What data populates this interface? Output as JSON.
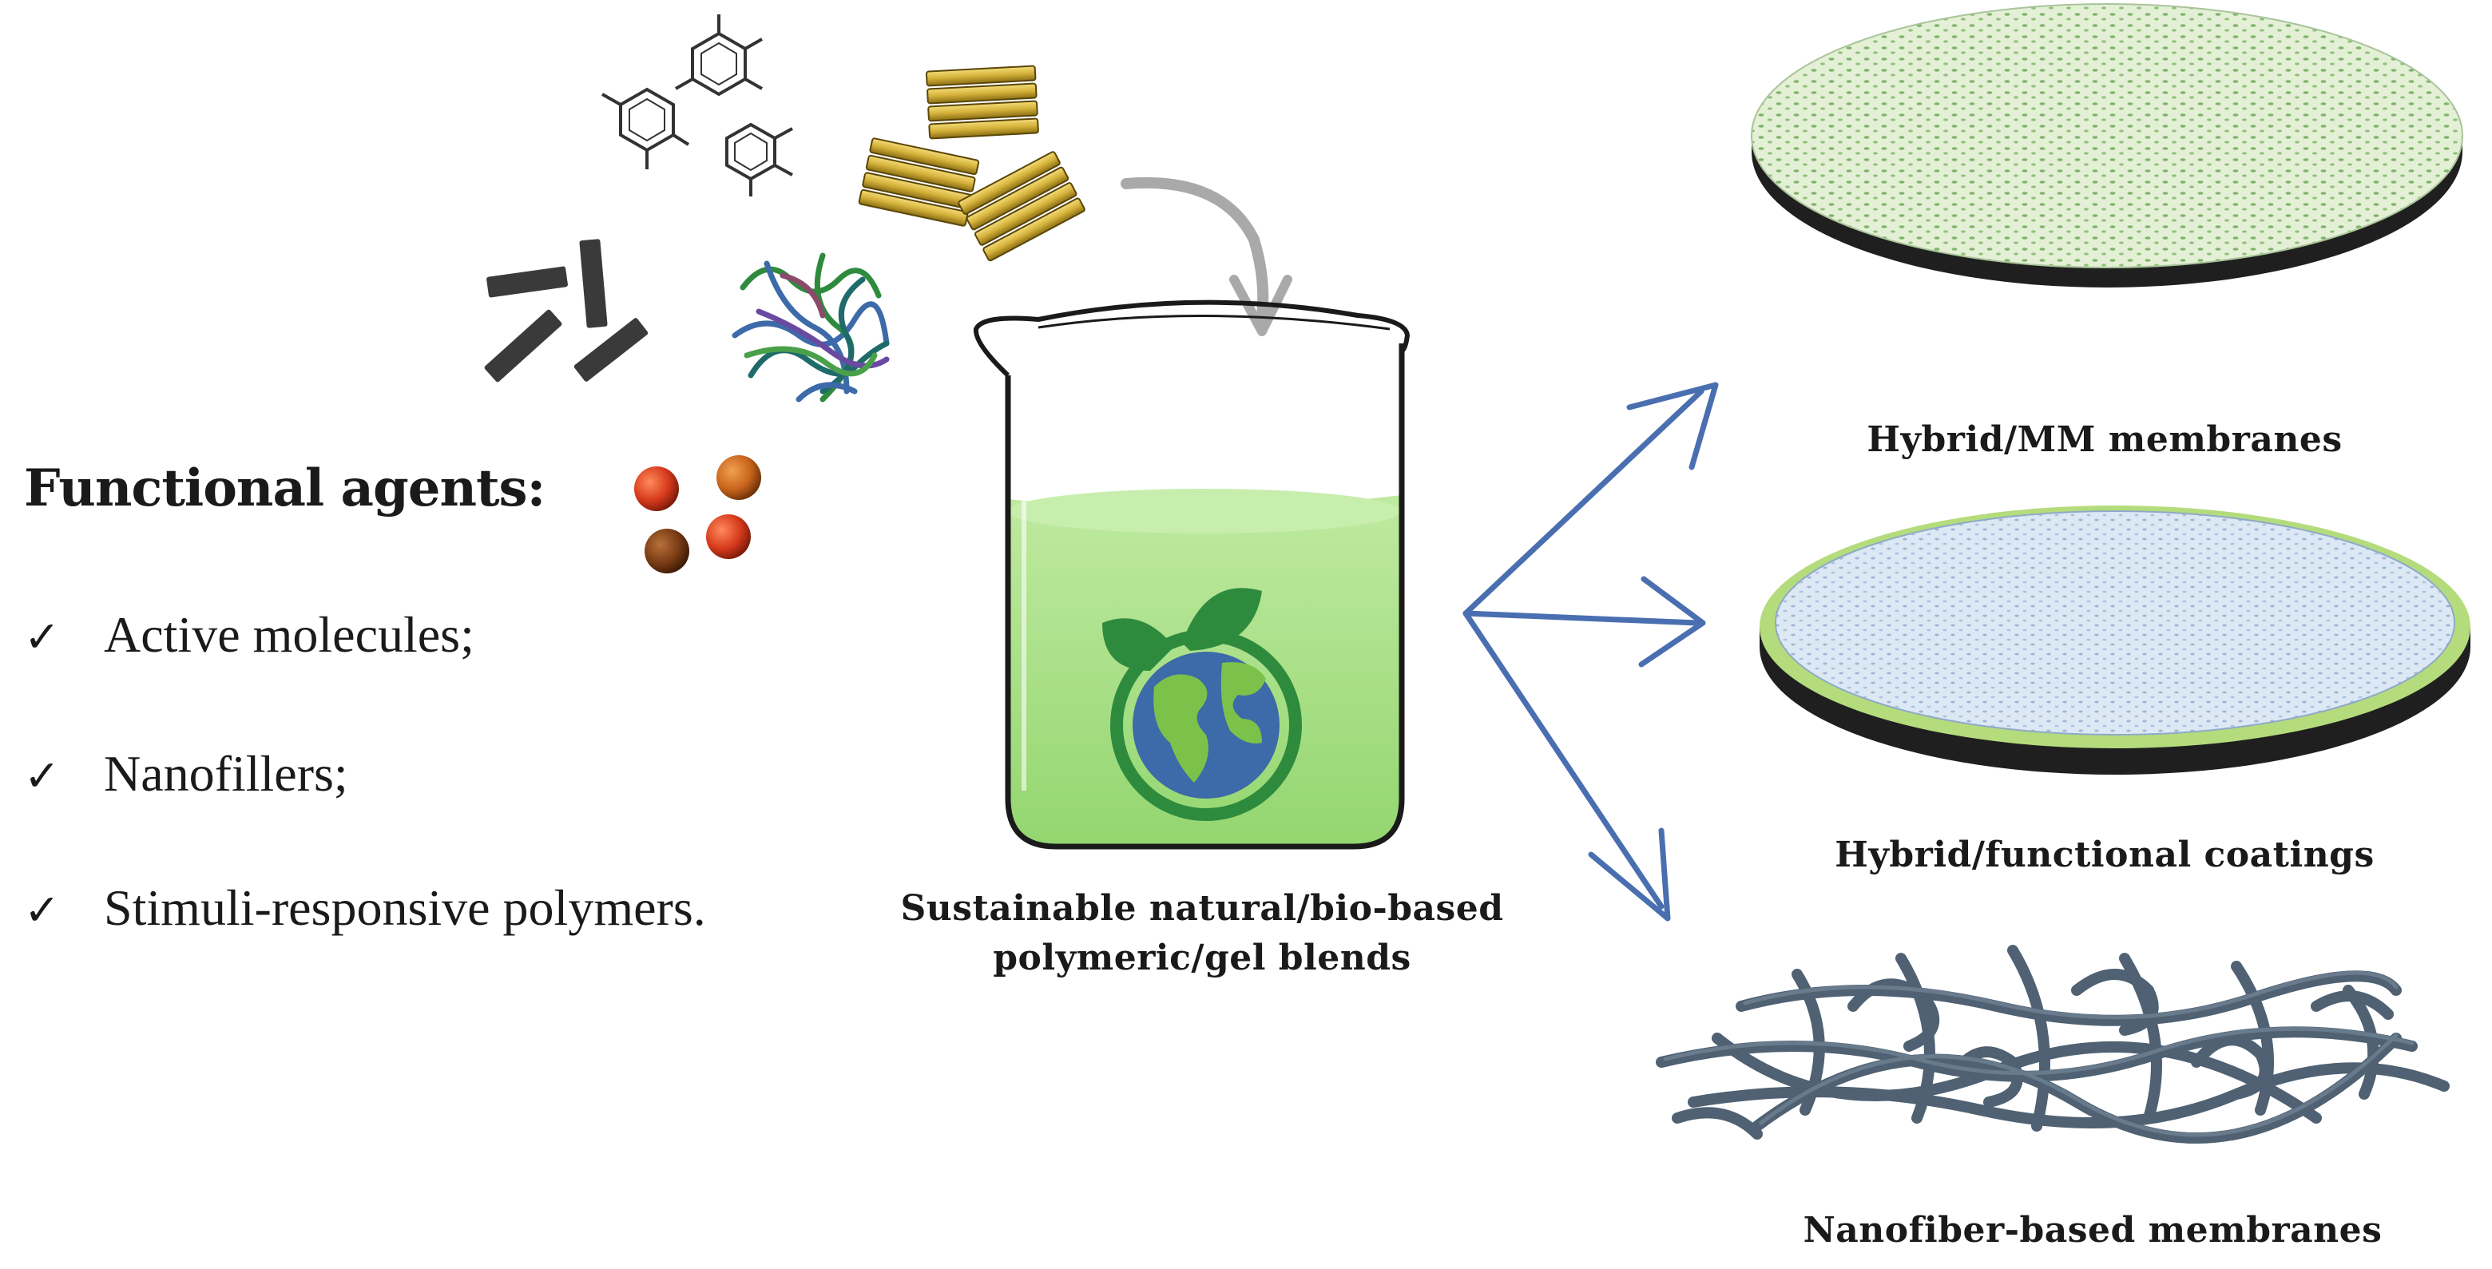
{
  "functional_agents": {
    "heading": "Functional agents:",
    "items": [
      {
        "check": "✓",
        "text": "Active molecules;"
      },
      {
        "check": "✓",
        "text": "Nanofillers;"
      },
      {
        "check": "✓",
        "text": "Stimuli-responsive polymers."
      }
    ]
  },
  "beaker": {
    "caption_line1": "Sustainable natural/bio-based",
    "caption_line2": "polymeric/gel blends"
  },
  "outputs": {
    "hybrid_mm": "Hybrid/MM membranes",
    "hybrid_coatings": "Hybrid/functional coatings",
    "nanofiber": "Nanofiber-based membranes"
  },
  "colors": {
    "solution": "#a9e08a",
    "arrow": "#4a6fb0",
    "gold": "#d4b13a",
    "fiber": "#4f6172",
    "globe_blue": "#3d6aa8",
    "leaf_green": "#2e8b3e"
  },
  "icons": [
    "benzene-molecule-icon",
    "gold-nanotube-icon",
    "carbon-nanorod-icon",
    "polymer-network-icon",
    "nanoparticle-icon",
    "eco-globe-icon"
  ]
}
